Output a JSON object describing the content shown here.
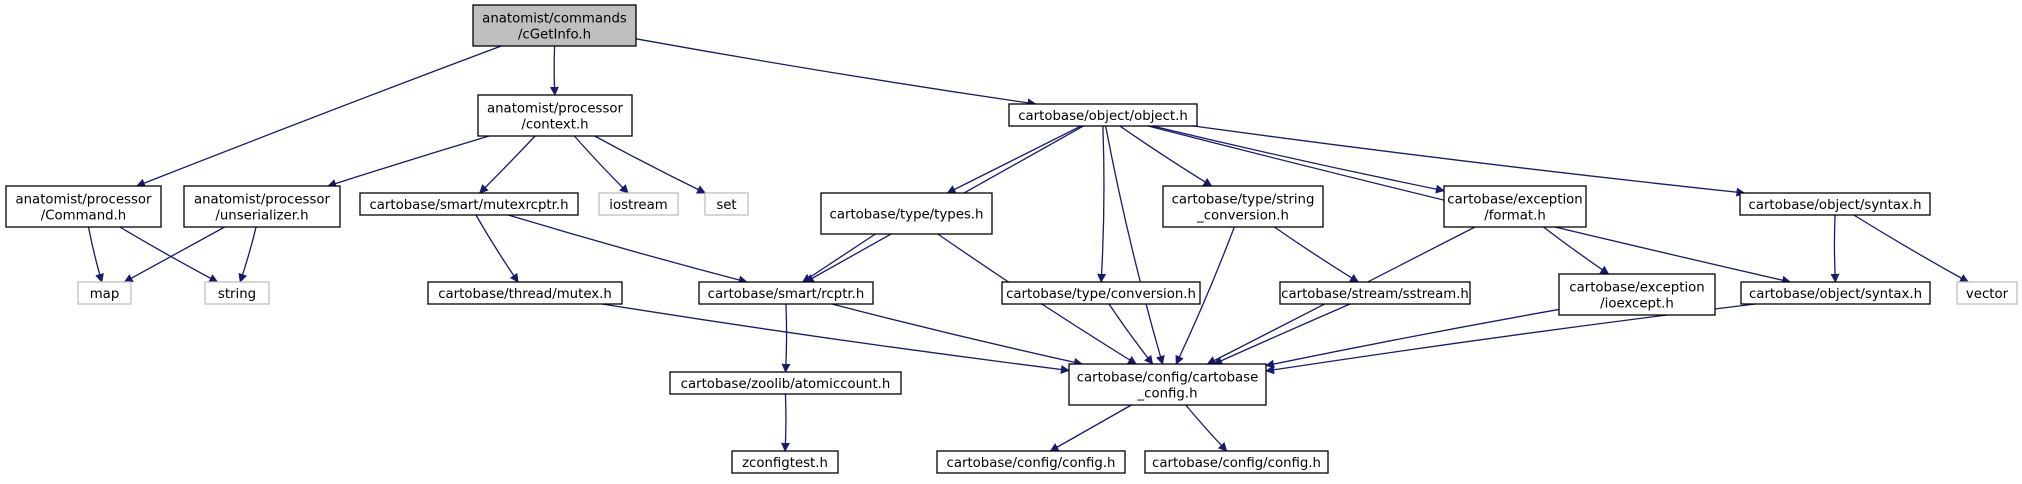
{
  "nodes": [
    {
      "id": "cgetinfo",
      "lines": [
        "anatomist/commands",
        "/cGetInfo.h"
      ],
      "root": true
    },
    {
      "id": "context",
      "lines": [
        "anatomist/processor",
        "/context.h"
      ]
    },
    {
      "id": "object",
      "lines": [
        "cartobase/object/object.h"
      ]
    },
    {
      "id": "command",
      "lines": [
        "anatomist/processor",
        "/Command.h"
      ]
    },
    {
      "id": "unserializer",
      "lines": [
        "anatomist/processor",
        "/unserializer.h"
      ]
    },
    {
      "id": "mutexrcptr",
      "lines": [
        "cartobase/smart/mutexrcptr.h"
      ]
    },
    {
      "id": "iostream",
      "lines": [
        "iostream"
      ],
      "system": true
    },
    {
      "id": "set",
      "lines": [
        "set"
      ],
      "system": true
    },
    {
      "id": "types",
      "lines": [
        "cartobase/type/types.h"
      ]
    },
    {
      "id": "string_conversion",
      "lines": [
        "cartobase/type/string",
        "_conversion.h"
      ]
    },
    {
      "id": "exc_format",
      "lines": [
        "cartobase/exception",
        "/format.h"
      ]
    },
    {
      "id": "syntax1",
      "lines": [
        "cartobase/object/syntax.h"
      ]
    },
    {
      "id": "map",
      "lines": [
        "map"
      ],
      "system": true
    },
    {
      "id": "string",
      "lines": [
        "string"
      ],
      "system": true
    },
    {
      "id": "mutex",
      "lines": [
        "cartobase/thread/mutex.h"
      ]
    },
    {
      "id": "rcptr",
      "lines": [
        "cartobase/smart/rcptr.h"
      ]
    },
    {
      "id": "conversion",
      "lines": [
        "cartobase/type/conversion.h"
      ]
    },
    {
      "id": "sstream",
      "lines": [
        "cartobase/stream/sstream.h"
      ]
    },
    {
      "id": "ioexcept",
      "lines": [
        "cartobase/exception",
        "/ioexcept.h"
      ]
    },
    {
      "id": "syntax2",
      "lines": [
        "cartobase/object/syntax.h"
      ]
    },
    {
      "id": "vector",
      "lines": [
        "vector"
      ],
      "system": true
    },
    {
      "id": "atomiccount",
      "lines": [
        "cartobase/zoolib/atomiccount.h"
      ]
    },
    {
      "id": "cartobase_config",
      "lines": [
        "cartobase/config/cartobase",
        "_config.h"
      ]
    },
    {
      "id": "zconfigtest",
      "lines": [
        "zconfigtest.h"
      ]
    },
    {
      "id": "config1",
      "lines": [
        "cartobase/config/config.h"
      ]
    },
    {
      "id": "config2",
      "lines": [
        "cartobase/config/config.h"
      ]
    }
  ],
  "edges": [
    [
      "cgetinfo",
      "context"
    ],
    [
      "cgetinfo",
      "object"
    ],
    [
      "cgetinfo",
      "command"
    ],
    [
      "context",
      "unserializer"
    ],
    [
      "context",
      "mutexrcptr"
    ],
    [
      "context",
      "iostream"
    ],
    [
      "context",
      "set"
    ],
    [
      "object",
      "rcptr"
    ],
    [
      "object",
      "types"
    ],
    [
      "object",
      "cartobase_config"
    ],
    [
      "object",
      "conversion"
    ],
    [
      "object",
      "string_conversion"
    ],
    [
      "object",
      "exc_format"
    ],
    [
      "object",
      "syntax2"
    ],
    [
      "object",
      "syntax1"
    ],
    [
      "command",
      "map"
    ],
    [
      "command",
      "string"
    ],
    [
      "unserializer",
      "map"
    ],
    [
      "unserializer",
      "string"
    ],
    [
      "mutexrcptr",
      "mutex"
    ],
    [
      "mutexrcptr",
      "rcptr"
    ],
    [
      "types",
      "rcptr"
    ],
    [
      "types",
      "cartobase_config"
    ],
    [
      "string_conversion",
      "cartobase_config"
    ],
    [
      "string_conversion",
      "sstream"
    ],
    [
      "exc_format",
      "ioexcept"
    ],
    [
      "exc_format",
      "cartobase_config"
    ],
    [
      "syntax1",
      "syntax2"
    ],
    [
      "syntax1",
      "vector"
    ],
    [
      "mutex",
      "cartobase_config"
    ],
    [
      "rcptr",
      "atomiccount"
    ],
    [
      "rcptr",
      "cartobase_config"
    ],
    [
      "conversion",
      "cartobase_config"
    ],
    [
      "sstream",
      "cartobase_config"
    ],
    [
      "ioexcept",
      "cartobase_config"
    ],
    [
      "syntax2",
      "cartobase_config"
    ],
    [
      "atomiccount",
      "zconfigtest"
    ],
    [
      "cartobase_config",
      "config1"
    ],
    [
      "cartobase_config",
      "config2"
    ]
  ],
  "colors": {
    "edge": "#191970",
    "root_fill": "#bfbfbf",
    "system_stroke": "#bfbfbf"
  }
}
